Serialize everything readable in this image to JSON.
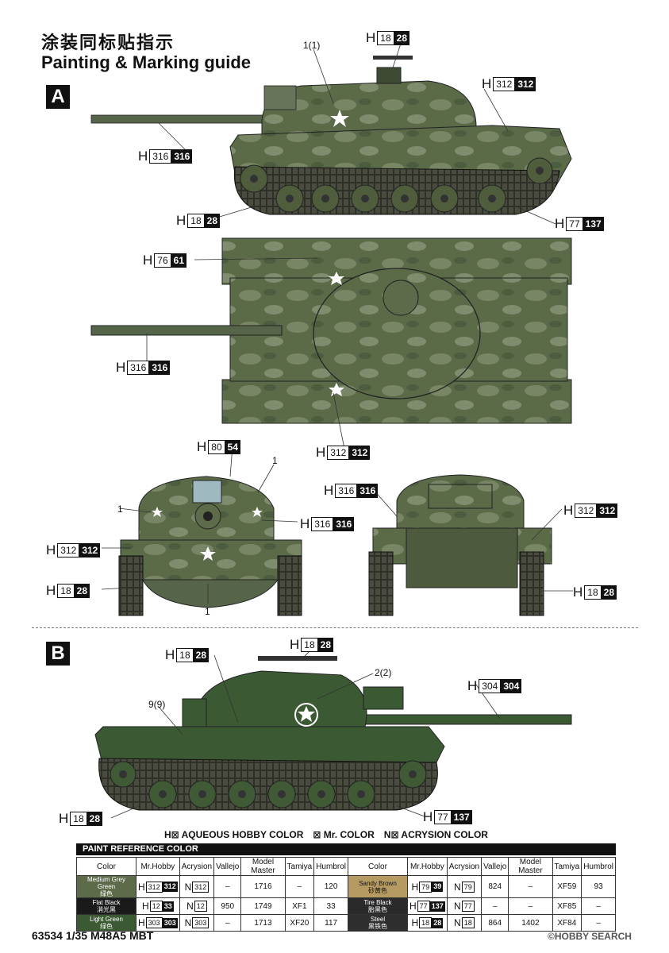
{
  "header": {
    "title_cn": "涂装同标贴指示",
    "title_en": "Painting & Marking guide"
  },
  "sections": {
    "a": "A",
    "b": "B"
  },
  "callouts": {
    "a_turret_mg": {
      "h": "H",
      "w": "18",
      "b": "28"
    },
    "a_hull_rear": {
      "h": "H",
      "w": "312",
      "b": "312"
    },
    "a_gun": {
      "h": "H",
      "w": "316",
      "b": "316"
    },
    "a_tracks": {
      "h": "H",
      "w": "18",
      "b": "28"
    },
    "a_tires": {
      "h": "H",
      "w": "77",
      "b": "137"
    },
    "top_fender": {
      "h": "H",
      "w": "76",
      "b": "61"
    },
    "top_gun": {
      "h": "H",
      "w": "316",
      "b": "316"
    },
    "top_hull": {
      "h": "H",
      "w": "312",
      "b": "312"
    },
    "front_periscope": {
      "h": "H",
      "w": "80",
      "b": "54"
    },
    "front_turret": {
      "h": "H",
      "w": "316",
      "b": "316"
    },
    "front_hull": {
      "h": "H",
      "w": "312",
      "b": "312"
    },
    "front_tracks": {
      "h": "H",
      "w": "18",
      "b": "28"
    },
    "rear_turret": {
      "h": "H",
      "w": "316",
      "b": "316"
    },
    "rear_hull": {
      "h": "H",
      "w": "312",
      "b": "312"
    },
    "rear_tracks": {
      "h": "H",
      "w": "18",
      "b": "28"
    },
    "b_mg": {
      "h": "H",
      "w": "18",
      "b": "28"
    },
    "b_antenna": {
      "h": "H",
      "w": "18",
      "b": "28"
    },
    "b_gun": {
      "h": "H",
      "w": "304",
      "b": "304"
    },
    "b_tracks": {
      "h": "H",
      "w": "18",
      "b": "28"
    },
    "b_tires": {
      "h": "H",
      "w": "77",
      "b": "137"
    }
  },
  "decal_numbers": {
    "a_star": "1(1)",
    "front_left": "1",
    "front_right": "1",
    "front_bottom": "1",
    "b_star": "2(2)",
    "b_side": "9(9)"
  },
  "legend": {
    "h": "H⊠ AQUEOUS HOBBY COLOR",
    "mr": "⊠ Mr. COLOR",
    "n": "N⊠ ACRYSION COLOR"
  },
  "paint_table": {
    "title": "PAINT  REFERENCE COLOR",
    "headers": [
      "Color",
      "Mr.Hobby",
      "Acrysion",
      "Vallejo",
      "Model Master",
      "Tamiya",
      "Humbrol",
      "Color",
      "Mr.Hobby",
      "Acrysion",
      "Vallejo",
      "Model Master",
      "Tamiya",
      "Humbrol"
    ],
    "rows": [
      {
        "left": {
          "name": "Medium Grey Green",
          "name_cn": "绿色",
          "swatch": "#5e6b4a",
          "hobby_w": "312",
          "hobby_b": "312",
          "acry": "312",
          "vallejo": "–",
          "mm": "1716",
          "tamiya": "–",
          "humbrol": "120"
        },
        "right": {
          "name": "Sandy Brown",
          "name_cn": "砂黄色",
          "swatch": "#b59a62",
          "hobby_w": "79",
          "hobby_b": "39",
          "acry": "79",
          "vallejo": "824",
          "mm": "–",
          "tamiya": "XF59",
          "humbrol": "93"
        }
      },
      {
        "left": {
          "name": "Flat Black",
          "name_cn": "消光黑",
          "swatch": "#1a1a1a",
          "hobby_w": "12",
          "hobby_b": "33",
          "acry": "12",
          "vallejo": "950",
          "mm": "1749",
          "tamiya": "XF1",
          "humbrol": "33"
        },
        "right": {
          "name": "Tire Black",
          "name_cn": "胎黑色",
          "swatch": "#2a2a2a",
          "hobby_w": "77",
          "hobby_b": "137",
          "acry": "77",
          "vallejo": "–",
          "mm": "–",
          "tamiya": "XF85",
          "humbrol": "–"
        }
      },
      {
        "left": {
          "name": "Light Green",
          "name_cn": "绿色",
          "swatch": "#3b5a33",
          "hobby_w": "303",
          "hobby_b": "303",
          "acry": "303",
          "vallejo": "–",
          "mm": "1713",
          "tamiya": "XF20",
          "humbrol": "117"
        },
        "right": {
          "name": "Steel",
          "name_cn": "黑铁色",
          "swatch": "#2e2e2e",
          "hobby_w": "18",
          "hobby_b": "28",
          "acry": "18",
          "vallejo": "864",
          "mm": "1402",
          "tamiya": "XF84",
          "humbrol": "–"
        }
      }
    ]
  },
  "footer": {
    "code": "63534 1/35  M48A5 MBT",
    "brand": "©HOBBY SEARCH"
  },
  "colors": {
    "camo_green": "#5b6b48",
    "camo_light": "#9aa58a",
    "camo_dark": "#3c4a2e",
    "track": "#2a2a2a",
    "wheel": "#4f5d3d"
  }
}
